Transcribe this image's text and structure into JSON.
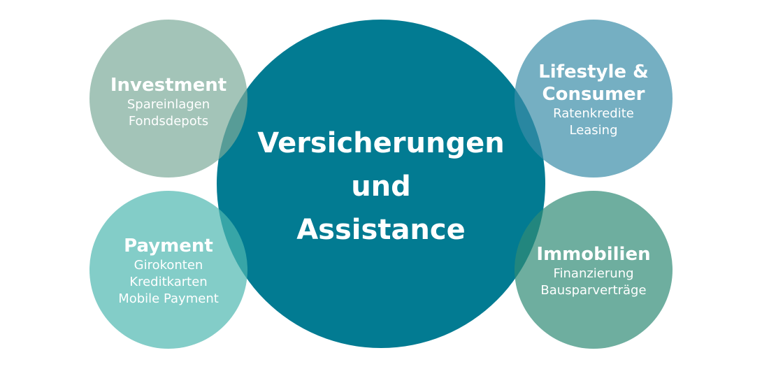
{
  "center": {
    "lines": [
      "Versicherungen",
      "und",
      "Assistance"
    ],
    "color": "#027b92"
  },
  "nodes": [
    {
      "title": "Investment",
      "items": [
        "Spareinlagen",
        "Fondsdepots"
      ],
      "color": "#a3c4b8"
    },
    {
      "title": "Payment",
      "items": [
        "Girokonten",
        "Kreditkarten",
        "Mobile Payment"
      ],
      "color": "#84cdc8"
    },
    {
      "title_lines": [
        "Lifestyle &",
        "Consumer"
      ],
      "items": [
        "Ratenkredite",
        "Leasing"
      ],
      "color": "#76afc2"
    },
    {
      "title": "Immobilien",
      "items": [
        "Finanzierung",
        "Bausparverträge"
      ],
      "color": "#6fae9f"
    }
  ]
}
